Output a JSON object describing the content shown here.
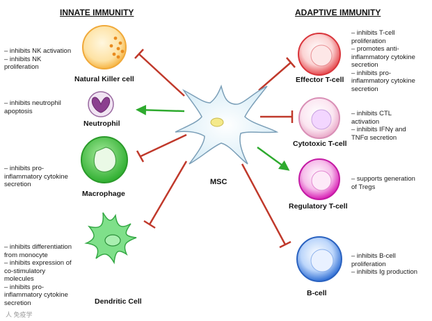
{
  "headers": {
    "innate": "INNATE IMMUNITY",
    "adaptive": "ADAPTIVE IMMUNITY"
  },
  "center": {
    "label": "MSC"
  },
  "cells": {
    "nk": {
      "label": "Natural Killer cell",
      "effects": "– inhibits NK activation\n– inhibits NK\nproliferation",
      "color": "#f6b545"
    },
    "neutrophil": {
      "label": "Neutrophil",
      "effects": "– inhibits neutrophil\napoptosis",
      "color": "#8b3f8f"
    },
    "macrophage": {
      "label": "Macrophage",
      "effects": "– inhibits pro-\ninflammatory cytokine\nsecretion",
      "color": "#3cbf3c"
    },
    "dendritic": {
      "label": "Dendritic Cell",
      "effects": "– inhibits differentiation\nfrom monocyte\n– inhibits expression of\nco-stimulatory\nmolecules\n– inhibits pro-\ninflammatory cytokine\nsecretion",
      "color": "#5fd36a"
    },
    "effector": {
      "label": "Effector T-cell",
      "effects": "– inhibits T-cell\nproliferation\n– promotes anti-\ninflammatory cytokine\nsecretion\n– inhibits pro-\ninflammatory cytokine\nsecretion",
      "color": "#e5484d"
    },
    "cytotoxic": {
      "label": "Cytotoxic T-cell",
      "effects": "– inhibits CTL\nactivation\n– inhibits IFNγ and\nTNFα secretion",
      "color": "#e9a8c8"
    },
    "regulatory": {
      "label": "Regulatory T-cell",
      "effects": "– supports generation\nof Tregs",
      "color": "#e536c4"
    },
    "bcell": {
      "label": "B-cell",
      "effects": "– inhibits B-cell\nproliferation\n– inhibits Ig production",
      "color": "#3a7fe0"
    }
  },
  "colors": {
    "inhibit": "#c0392b",
    "promote": "#2eaa2e",
    "msc_body": "#e7f4fb",
    "msc_outline": "#7b9fb8"
  },
  "watermark": "人 免疫学"
}
